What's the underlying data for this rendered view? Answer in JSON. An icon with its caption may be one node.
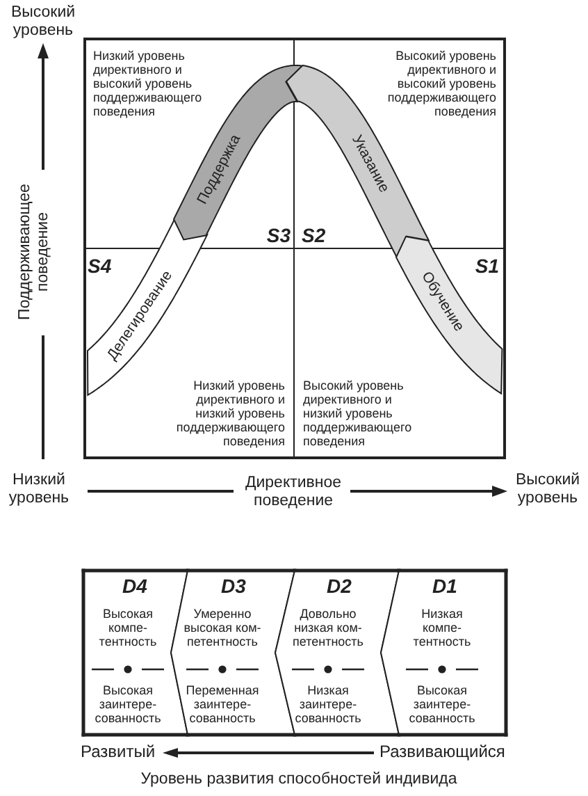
{
  "diagram": {
    "nodes": [
      {
        "text": [
          "Низкий уровень директивного и высокий уровень поддерживающего поведения",
          "S3"
        ]
      },
      {
        "text": [
          "Высокий уровень директивного и высокий уровень поддерживающего поведения",
          "S2"
        ]
      },
      {
        "text": [
          "S4",
          "Низкий уровень директивного и низкий уровень поддерживающего поведения"
        ]
      },
      {
        "text": [
          "S1",
          "Высокий уровень директивного и низкий уровень поддерживающего поведения"
        ]
      },
      {
        "text": [
          "Делегирование"
        ]
      },
      {
        "text": [
          "Поддержка"
        ]
      },
      {
        "text": [
          "Указание"
        ]
      },
      {
        "text": [
          "Обучение"
        ]
      },
      {
        "text": [
          "D4",
          "Высокая компе- тентность",
          "Высокая заинтере- сованность"
        ]
      },
      {
        "text": [
          "D3",
          "Умеренно высокая ком- петентность",
          "Переменная заинтере- сованность"
        ]
      },
      {
        "text": [
          "D2",
          "Довольно низкая ком- петентность",
          "Низкая заинтере- сованность"
        ]
      },
      {
        "text": [
          "D1",
          "Низкая компе- тентность",
          "Высокая заинтере- сованность"
        ]
      }
    ],
    "labels": [
      "Высокий уровень",
      "Поддерживающее поведение",
      "Низкий уровень",
      "Директивное поведение",
      "Высокий уровень",
      "Развитый",
      "Развивающийся",
      "Уровень развития способностей индивида"
    ]
  }
}
